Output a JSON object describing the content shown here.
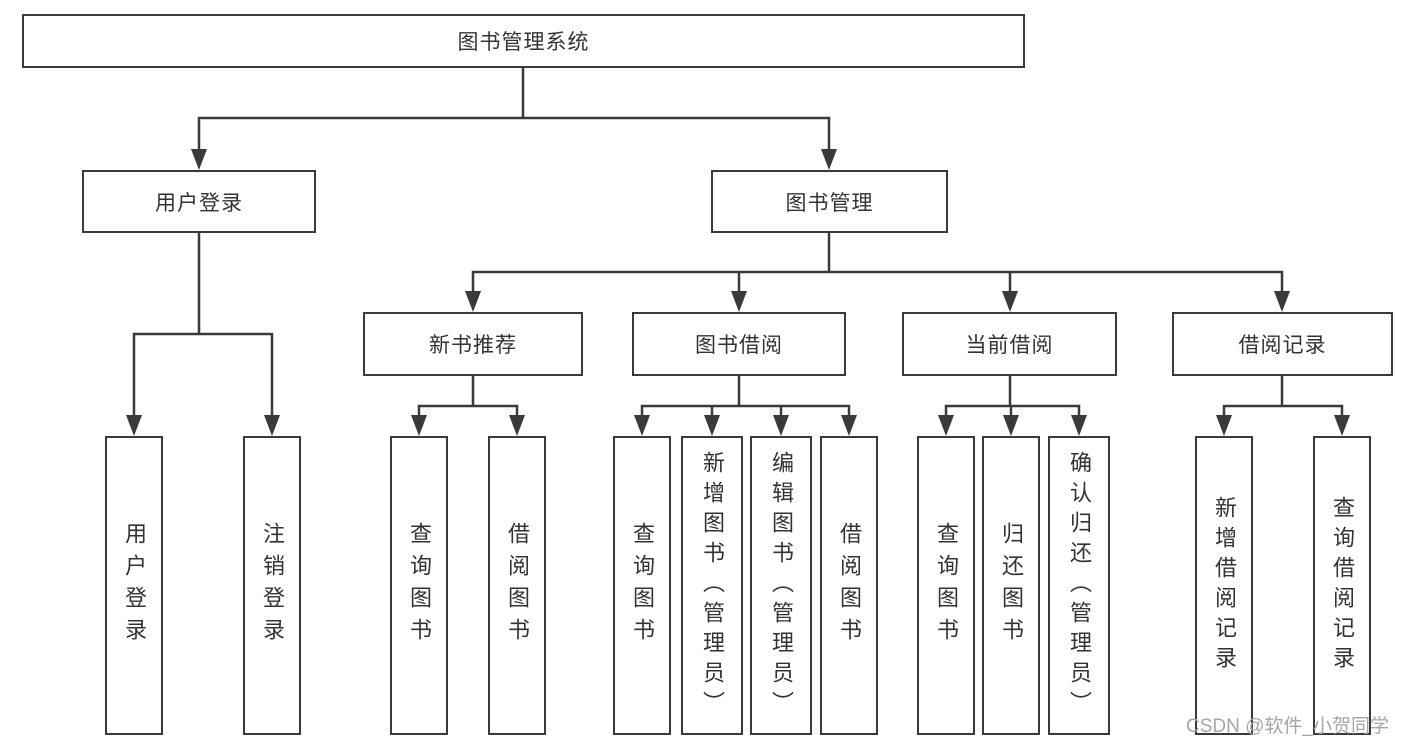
{
  "diagram": {
    "title": "图书管理系统",
    "branches": [
      {
        "label": "用户登录",
        "children": [
          "用户登录",
          "注销登录"
        ]
      },
      {
        "label": "图书管理",
        "groups": [
          {
            "label": "新书推荐",
            "children": [
              "查询图书",
              "借阅图书"
            ]
          },
          {
            "label": "图书借阅",
            "children": [
              "查询图书",
              "新增图书（管理员）",
              "编辑图书（管理员）",
              "借阅图书"
            ]
          },
          {
            "label": "当前借阅",
            "children": [
              "查询图书",
              "归还图书",
              "确认归还（管理员）"
            ]
          },
          {
            "label": "借阅记录",
            "children": [
              "新增借阅记录",
              "查询借阅记录"
            ]
          }
        ]
      }
    ]
  },
  "watermark": {
    "text": "CSDN @软件_小贺同学"
  },
  "colors": {
    "line": "#3a3a3a",
    "box_border": "#3a3a3a",
    "box_background": "#ffffff",
    "text": "#333333",
    "watermark": "#a6a6a6",
    "page_background": "#ffffff"
  }
}
